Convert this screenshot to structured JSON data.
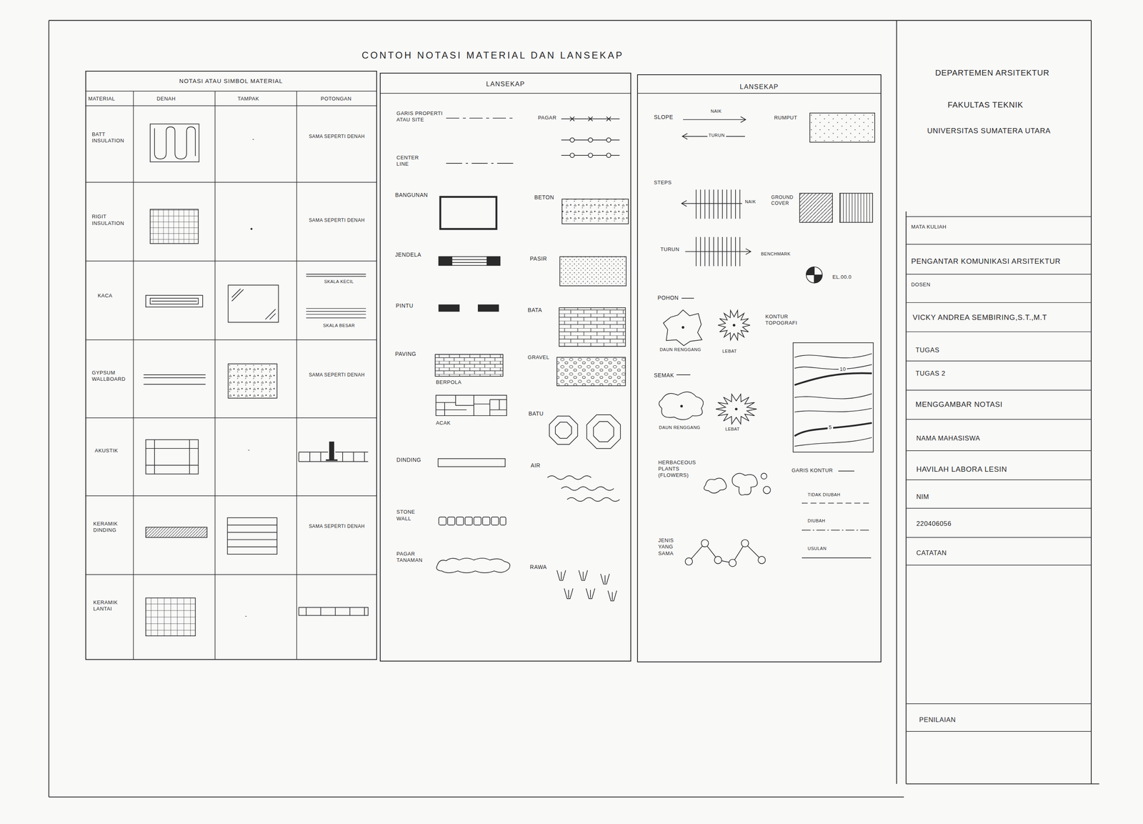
{
  "diagram": {
    "title": "CONTOH NOTASI MATERIAL DAN LANSEKAP",
    "nodes": [
      {
        "text": [
          "NOTASI ATAU SIMBOL MATERIAL"
        ]
      },
      {
        "text": [
          "LANSEKAP"
        ]
      },
      {
        "text": [
          "LANSEKAP"
        ]
      }
    ],
    "labels": [
      "MATERIAL",
      "DENAH",
      "TAMPAK",
      "POTONGAN",
      "BATT INSULATION",
      "-",
      "SAMA SEPERTI DENAH",
      "RIGIT INSULATION",
      "SAMA SEPERTI DENAH",
      "KACA",
      "SKALA KECIL",
      "SKALA BESAR",
      "GYPSUM WALLBOARD",
      "SAMA SEPERTI DENAH",
      "AKUSTIK",
      "-",
      "KERAMIK DINDING",
      "SAMA SEPERTI DENAH",
      "KERAMIK LANTAI",
      "-",
      "GARIS PROPERTI ATAU SITE",
      "CENTER LINE",
      "PAGAR",
      "BANGUNAN",
      "BETON",
      "JENDELA",
      "PASIR",
      "PINTU",
      "BATA",
      "PAVING",
      "BERPOLA",
      "ACAK",
      "GRAVEL",
      "BATU",
      "DINDING",
      "AIR",
      "STONE WALL",
      "PAGAR TANAMAN",
      "RAWA",
      "SLOPE",
      "NAIK",
      "TURUN",
      "RUMPUT",
      "STEPS",
      "NAIK",
      "GROUND COVER",
      "TURUN",
      "BENCHMARK",
      "EL.00.0",
      "POHON",
      "DAUN RENGGANG",
      "LEBAT",
      "KONTUR TOPOGRAFI",
      "10",
      "5",
      "SEMAK",
      "DAUN RENGGANG",
      "LEBAT",
      "HERBACEOUS PLANTS (FLOWERS)",
      "GARIS KONTUR",
      "TIDAK DIUBAH",
      "DIUBAH",
      "USULAN",
      "JENIS YANG SAMA",
      "DEPARTEMEN ARSITEKTUR",
      "FAKULTAS TEKNIK",
      "UNIVERSITAS SUMATERA UTARA",
      "MATA KULIAH",
      "PENGANTAR KOMUNIKASI ARSITEKTUR",
      "DOSEN",
      "VICKY ANDREA SEMBIRING,S.T.,M.T",
      "TUGAS",
      "TUGAS 2",
      "MENGGAMBAR NOTASI",
      "NAMA MAHASISWA",
      "HAVILAH LABORA LESIN",
      "NIM",
      "220406056",
      "CATATAN",
      "PENILAIAN"
    ]
  }
}
